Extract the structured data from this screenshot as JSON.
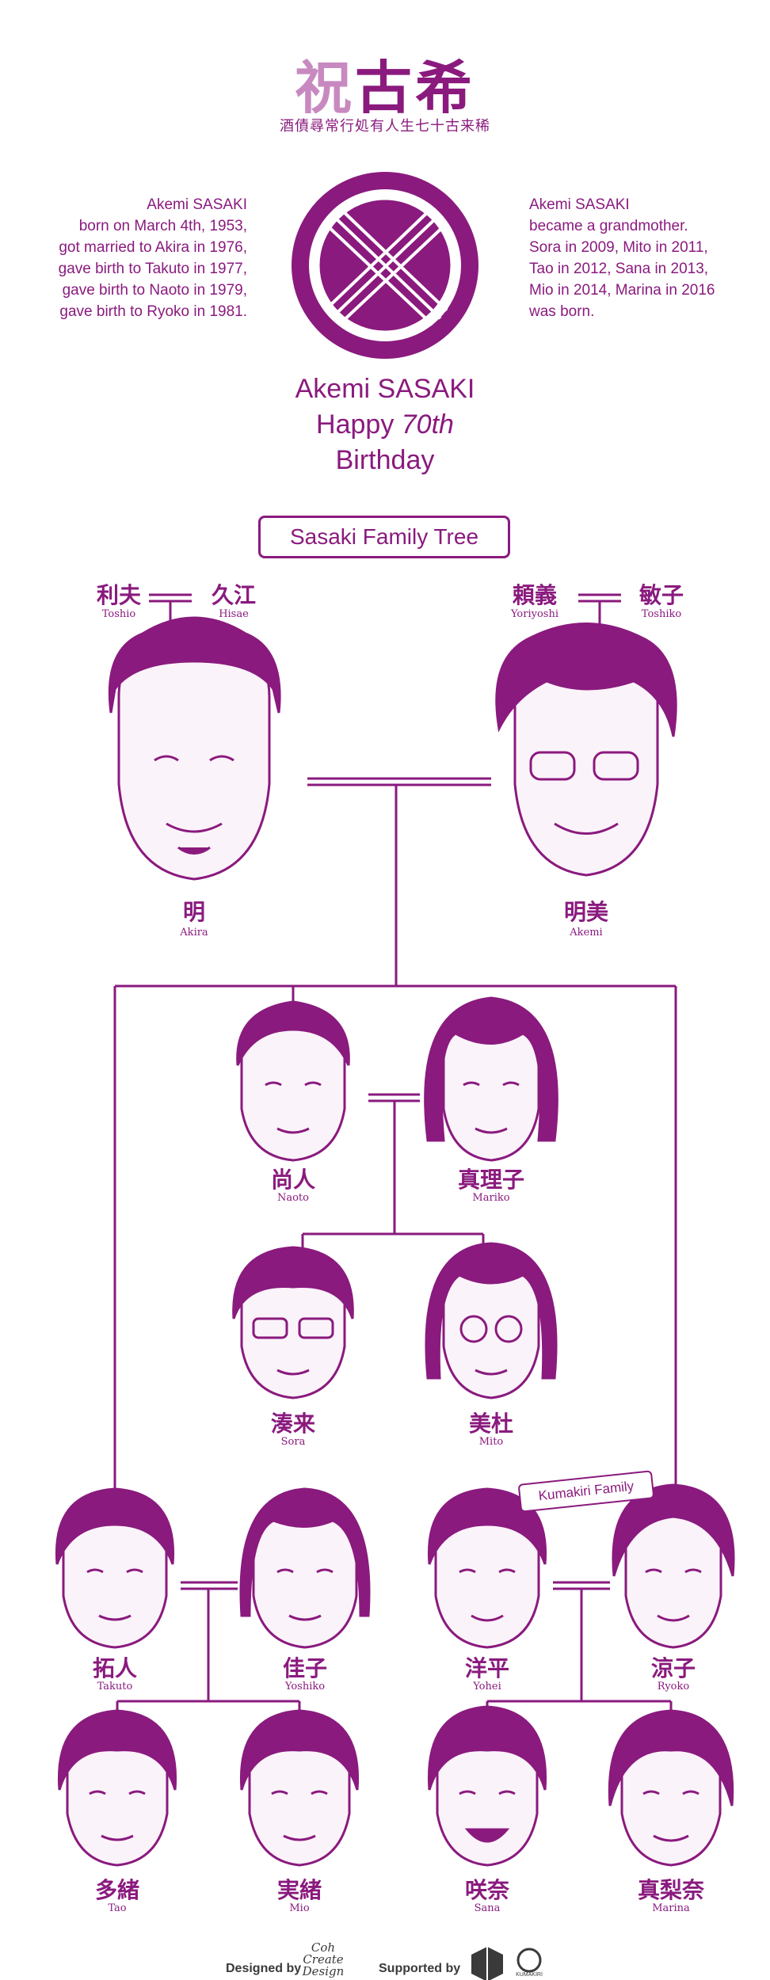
{
  "header": {
    "title_first": "祝",
    "title_rest": "古希",
    "subtitle": "酒債尋常行処有人生七十古来稀"
  },
  "bio": {
    "left_lines": [
      "Akemi SASAKI",
      "born on March 4th, 1953,",
      "got married to Akira in 1976,",
      "gave birth to Takuto in 1977,",
      "gave birth to Naoto in 1979,",
      "gave birth to Ryoko in 1981."
    ],
    "right_lines": [
      "Akemi SASAKI",
      "became a grandmother.",
      "Sora in 2009, Mito in 2011,",
      "Tao in 2012, Sana in 2013,",
      "Mio in 2014, Marina in 2016",
      "was born."
    ]
  },
  "celebration": {
    "name": "Akemi SASAKI",
    "happy": "Happy",
    "ordinal": "70th",
    "birthday": "Birthday"
  },
  "tree_title": "Sasaki Family Tree",
  "kumakiri_tag": "Kumakiri Family",
  "people": {
    "toshio": {
      "kanji": "利夫",
      "roman": "Toshio"
    },
    "hisae": {
      "kanji": "久江",
      "roman": "Hisae"
    },
    "yoriyoshi": {
      "kanji": "頼義",
      "roman": "Yoriyoshi"
    },
    "toshiko": {
      "kanji": "敏子",
      "roman": "Toshiko"
    },
    "akira": {
      "kanji": "明",
      "roman": "Akira"
    },
    "akemi": {
      "kanji": "明美",
      "roman": "Akemi"
    },
    "naoto": {
      "kanji": "尚人",
      "roman": "Naoto"
    },
    "mariko": {
      "kanji": "真理子",
      "roman": "Mariko"
    },
    "sora": {
      "kanji": "湊来",
      "roman": "Sora"
    },
    "mito": {
      "kanji": "美杜",
      "roman": "Mito"
    },
    "takuto": {
      "kanji": "拓人",
      "roman": "Takuto"
    },
    "yoshiko": {
      "kanji": "佳子",
      "roman": "Yoshiko"
    },
    "yohei": {
      "kanji": "洋平",
      "roman": "Yohei"
    },
    "ryoko": {
      "kanji": "涼子",
      "roman": "Ryoko"
    },
    "tao": {
      "kanji": "多緒",
      "roman": "Tao"
    },
    "mio": {
      "kanji": "実緒",
      "roman": "Mio"
    },
    "sana": {
      "kanji": "咲奈",
      "roman": "Sana"
    },
    "marina": {
      "kanji": "真梨奈",
      "roman": "Marina"
    }
  },
  "footer": {
    "designed_by": "Designed by",
    "supported_by": "Supported by",
    "sig_line1": "Coh",
    "sig_line2": "Create",
    "sig_line3": "Design",
    "kumakiri_logo": "KUMAKIRI"
  },
  "colors": {
    "accent": "#8a1a7e",
    "light": "#c889c0"
  }
}
